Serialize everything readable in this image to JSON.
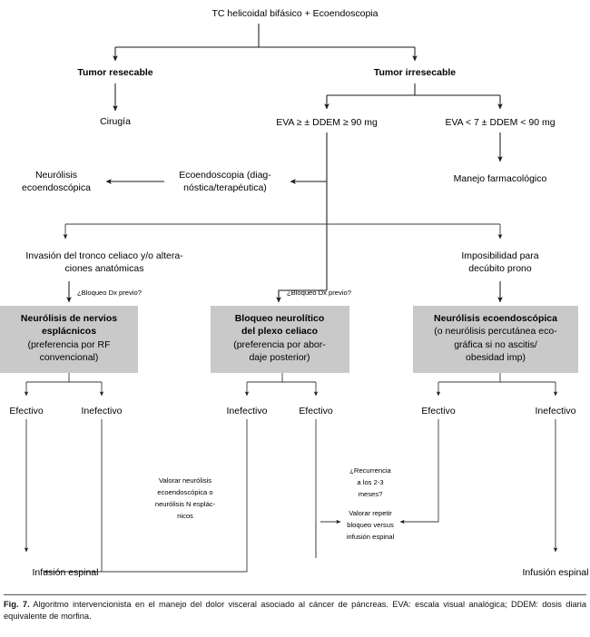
{
  "figure": {
    "label": "Fig. 7.",
    "caption": "Algoritmo intervencionista en el manejo del dolor visceral asociado al cáncer de páncreas. EVA: escala visual analógica; DDEM: dosis diaria equivalente de morfina.",
    "box_fill_color": "#c9c9c9",
    "line_color": "#1a1a1a"
  },
  "chart_data": {
    "type": "diagram",
    "title": "Algoritmo intervencionista en el manejo del dolor visceral asociado al cáncer de páncreas"
  },
  "nodes": {
    "root": "TC helicoidal bifásico + Ecoendoscopia",
    "tumor_resecable": "Tumor resecable",
    "tumor_irresecable": "Tumor irresecable",
    "cirugia": "Cirugía",
    "eva_alta": "EVA ≥ ± DDEM ≥ 90 mg",
    "eva_baja": "EVA < 7 ± DDEM < 90 mg",
    "ecoendoscopia_l1": "Ecoendoscopia (diag-",
    "ecoendoscopia_l2": "nóstica/terapéutica)",
    "neurolisis_eco_l1": "Neurólisis",
    "neurolisis_eco_l2": "ecoendoscópica",
    "manejo_farmacologico": "Manejo farmacológico",
    "invasion_l1": "Invasión del tronco celiaco y/o altera-",
    "invasion_l2": "ciones anatómicas",
    "imposibilidad_l1": "Imposibilidad para",
    "imposibilidad_l2": "decúbito prono",
    "bloqueo_dx_left": "¿Bloqueo Dx previo?",
    "bloqueo_dx_mid": "¿Bloqueo Dx previo?",
    "box1_l1": "Neurólisis de nervios",
    "box1_l2": "esplácnicos",
    "box1_l3": "(preferencia por RF",
    "box1_l4": "convencional)",
    "box2_l1": "Bloqueo neurolítico",
    "box2_l2": "del plexo celiaco",
    "box2_l3": "(preferencia por abor-",
    "box2_l4": "daje posterior)",
    "box3_l1": "Neurólisis ecoendoscópica",
    "box3_l2": "(o neurólisis percutánea eco-",
    "box3_l3": "gráfica si no ascitis/",
    "box3_l4": "obesidad imp)",
    "b1_efectivo": "Efectivo",
    "b1_inefectivo": "Inefectivo",
    "b2_inefectivo": "Inefectivo",
    "b2_efectivo": "Efectivo",
    "b3_efectivo": "Efectivo",
    "b3_inefectivo": "Inefectivo",
    "valorar_l1": "Valorar neurólisis",
    "valorar_l2": "ecoendoscópica o",
    "valorar_l3": "neurólisis N esplác-",
    "valorar_l4": "nicos",
    "recurrencia_l1": "¿Recurrencia",
    "recurrencia_l2": "a los 2-3",
    "recurrencia_l3": "meses?",
    "repetir_l1": "Valorar repetir",
    "repetir_l2a": "bloqueo ",
    "repetir_l2b": "versus",
    "repetir_l3": "infusión espinal",
    "infusion_left": "Infusión espinal",
    "infusion_right": "Infusión espinal"
  }
}
